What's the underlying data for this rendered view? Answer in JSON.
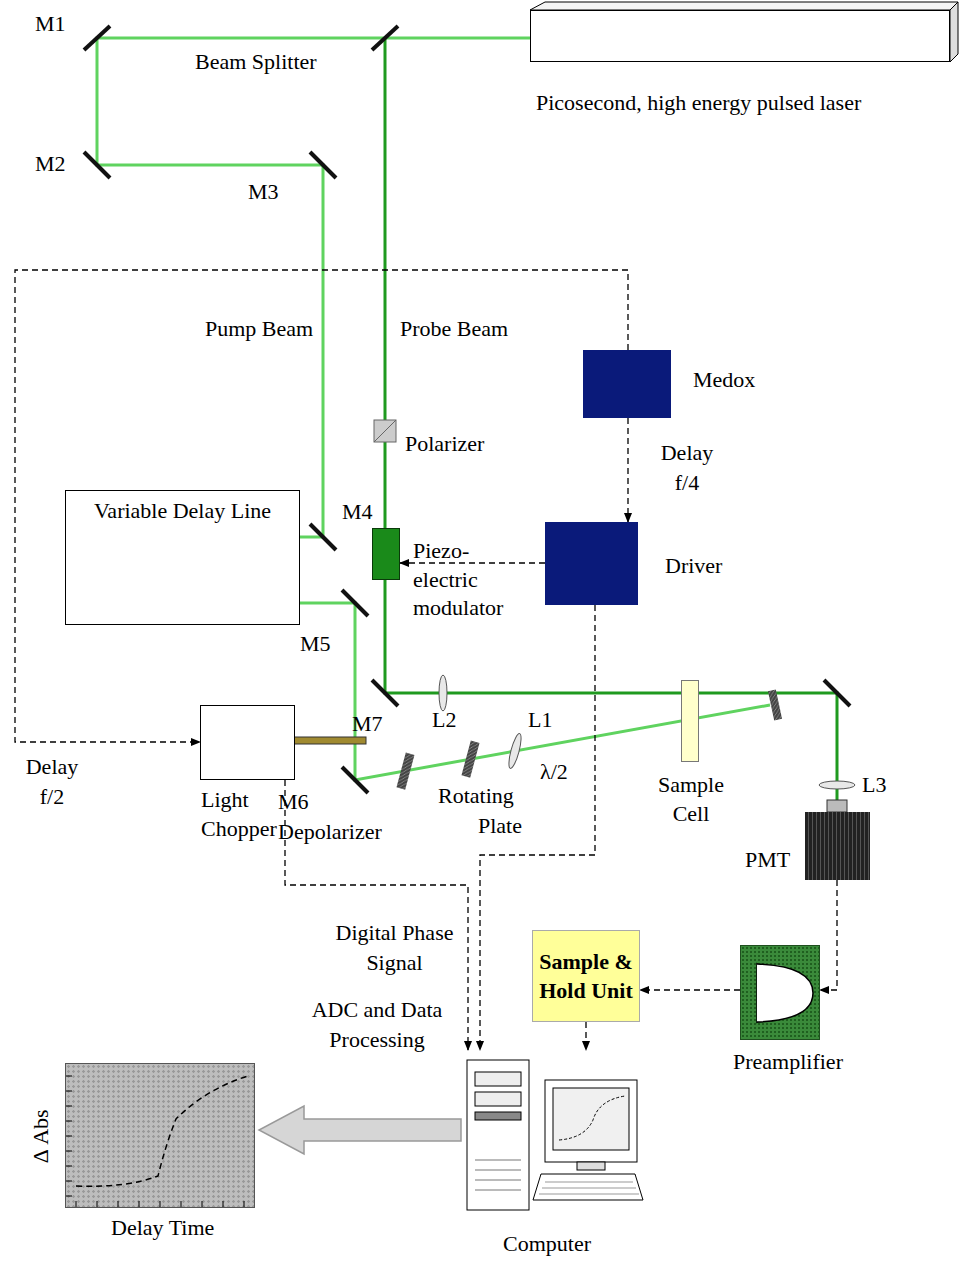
{
  "diagram": {
    "nodes": [
      {
        "text": [
          "Picosecond, high energy pulsed laser"
        ]
      },
      {
        "text": [
          "Variable Delay Line"
        ]
      },
      {
        "text": [
          "Medox"
        ]
      },
      {
        "text": [
          "Driver"
        ]
      },
      {
        "text": [
          "Piezo- electric modulator"
        ]
      },
      {
        "text": [
          "Light Chopper"
        ]
      },
      {
        "text": [
          "Sample Cell"
        ]
      },
      {
        "text": [
          "PMT"
        ]
      },
      {
        "text": [
          "Preamplifier"
        ]
      },
      {
        "text": [
          "Sample & Hold Unit"
        ]
      },
      {
        "text": [
          "Computer"
        ]
      },
      {
        "text": [
          "Δ Abs",
          "Delay Time"
        ]
      }
    ],
    "edges": [
      {
        "from": 2,
        "to": 3,
        "label": "Delay f/4",
        "arrow": "to"
      },
      {
        "from": 2,
        "to": 5,
        "label": "Delay f/2",
        "arrow": "to"
      },
      {
        "from": 3,
        "to": 4,
        "arrow": "to"
      },
      {
        "from": 3,
        "to": 10,
        "arrow": "to"
      },
      {
        "from": 5,
        "to": 10,
        "label": "Digital Phase Signal",
        "arrow": "to"
      },
      {
        "from": 7,
        "to": 8,
        "arrow": "to"
      },
      {
        "from": 8,
        "to": 9,
        "arrow": "to"
      },
      {
        "from": 9,
        "to": 10,
        "arrow": "to"
      },
      {
        "from": 10,
        "to": 11,
        "label": "ADC and Data Processing",
        "arrow": "to"
      }
    ],
    "labels": [
      "M1",
      "Beam Splitter",
      "M2",
      "M3",
      "Pump Beam",
      "Probe Beam",
      "Polarizer",
      "M4",
      "M5",
      "M7",
      "L2",
      "L1",
      "λ/2",
      "Rotating",
      "Plate",
      "M6",
      "Depolarizer",
      "L3"
    ]
  }
}
